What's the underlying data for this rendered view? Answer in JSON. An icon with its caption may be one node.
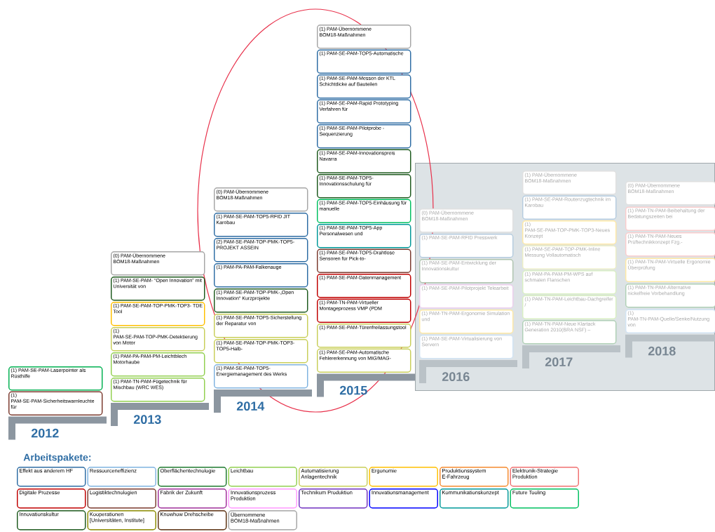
{
  "diagram": {
    "nodes": [
      {
        "text": [
          "(1) PAM-SE-PAM-Laserpointer als Rüsthilfe"
        ]
      },
      {
        "text": [
          "(1) PAM-SE-PAM-Sicherheitswarnleuchte für"
        ]
      },
      {
        "text": [
          "(0) PAM-Übernommene BOM18-Maßnahmen"
        ]
      },
      {
        "text": [
          "(1) PAM-SE-PAM- “Open Innovation” mit Universität von"
        ]
      },
      {
        "text": [
          "(1) PAM-SE-PAM-TOP-PMK-TOP3- TDE Tool"
        ]
      },
      {
        "text": [
          "(1) PAM-SE-PAM-TOP-PMK-Detektierung von Motor"
        ]
      },
      {
        "text": [
          "(1) PAM-PA-PAM-PM-Leichtblech Motorhaube"
        ]
      },
      {
        "text": [
          "(1) PAM-TN-PAM-Fügetechnik für Mischbau (WRC WES)"
        ]
      },
      {
        "text": [
          "(0) PAM-Übernommene BOM18-Maßnahmen"
        ]
      },
      {
        "text": [
          "(1) PAM-SE-PAM-TOP5-RFID JIT Karobau"
        ]
      },
      {
        "text": [
          "(2) PAM-SE-PAM-TOP-PMK-TOP5-PROJEKT ASSEIN"
        ]
      },
      {
        "text": [
          "(1) PAM-PA-PAM-Falkenauge"
        ]
      },
      {
        "text": [
          "(1) PAM-SE-PAM-TOP-PMK-„Open Innovation“ Kurzprojekte"
        ]
      },
      {
        "text": [
          "(1) PAM-SE-PAM-TOP5-Sicherstellung der Reparatur von"
        ]
      },
      {
        "text": [
          "(1) PAM-SE-PAM-TOP-PMK-TOP3-TOP5-Halb-"
        ]
      },
      {
        "text": [
          "(1) PAM-SE-PAM-TOP5-Energiemanagement des Werks"
        ]
      },
      {
        "text": [
          "(1) PAM-Übernommene BOM18-Maßnahmen"
        ]
      },
      {
        "text": [
          "(1) PAM-SE-PAM-TOP5-Automatische"
        ]
      },
      {
        "text": [
          "(1) PAM-SE-PAM-Messen der KTL Schichtdicke auf Bauteilen"
        ]
      },
      {
        "text": [
          "(1) PAM-SE-PAM-Rapid Prototyping Verfahren für"
        ]
      },
      {
        "text": [
          "(1) PAM-SE-PAM-Pilotprobe - Sequenzierung"
        ]
      },
      {
        "text": [
          "(1) PAM-SE-PAM-Innovationspreis Navarra"
        ]
      },
      {
        "text": [
          "(1) PAM-SE-PAM-TOP5-Innovationsschulung für"
        ]
      },
      {
        "text": [
          "(1) PAM-SE-PAM-TOP5-Einhäusung für manuelle"
        ]
      },
      {
        "text": [
          "(1) PAM-SE-PAM-TOP5-App Personalwesen und"
        ]
      },
      {
        "text": [
          "(1) PAM-SE-PAM-TOP5-Drahtlose Sensoren für Pick-to-"
        ]
      },
      {
        "text": [
          "(1) PAM-SE-PAM-Datenmanagement"
        ]
      },
      {
        "text": [
          "(1) PAM-TN-PAM-Virtueller Montageprozess VMP (PDM"
        ]
      },
      {
        "text": [
          "(1) PAM-SE-PAM-Türenfreilassungstool"
        ]
      },
      {
        "text": [
          "(1) PAM-SE-PAM-Automatische Fehlererkennung von MIG/MAG-"
        ]
      },
      {
        "text": [],
        "shape": "box"
      },
      {
        "text": [
          "(0) PAM-Übernommene BOM18-Maßnahmen"
        ],
        "in": 30
      },
      {
        "text": [
          "(1) PAM-SE-PAM-RFID Presswerk"
        ],
        "in": 30
      },
      {
        "text": [
          "(1) PAM-SE-PAM-Entwicklung der Innovationskultur"
        ],
        "in": 30
      },
      {
        "text": [
          "(1) PAM-SE-PAM-Pilotprojekt Telearbeit"
        ],
        "in": 30
      },
      {
        "text": [
          "(1) PAM-TN-PAM-Ergonomie Simulation und"
        ],
        "in": 30
      },
      {
        "text": [
          "(1) PAM-SE-PAM-Virtualisierung von Servern"
        ],
        "in": 30
      },
      {
        "text": [
          "(1) PAM-Übernommene BOM18-Maßnahmen"
        ],
        "in": 30
      },
      {
        "text": [
          "(1) PAM-SE-PAM-Routenzugtechnik im Karobau"
        ],
        "in": 30
      },
      {
        "text": [
          "(1) PAM-SE-PAM-TOP-PMK-TOP3-Neues Konzept"
        ],
        "in": 30
      },
      {
        "text": [
          "(1) PAM-SE-PAM-TOP-PMK-Inline Messung Vollautomatisch"
        ],
        "in": 30
      },
      {
        "text": [
          "(1) PAM-PA-PAM-PM-WPS auf schmalen Flanschen"
        ],
        "in": 30
      },
      {
        "text": [
          "(1) PAM-TN-PAM-Leichtbau-Dachgreifer /"
        ],
        "in": 30
      },
      {
        "text": [
          "(1) PAM-TN-PAM-Neue Klartack Generation 2010(BRA NSF) –"
        ],
        "in": 30
      },
      {
        "text": [
          "(0) PAM-Übernommene BOM18-Maßnahmen"
        ],
        "in": 30
      },
      {
        "text": [
          "(1) PAM-TN-PAM-Beibehaltung der Bedatungszeiten bei"
        ],
        "in": 30
      },
      {
        "text": [
          "(1) PAM-TN-PAM-Neues Prüftechnikkonzept Fzg.-"
        ],
        "in": 30
      },
      {
        "text": [
          "(1) PAM-TN-PAM-Virtuelle Ergonomie Überprüfung"
        ],
        "in": 30
      },
      {
        "text": [
          "(1) PAM-TN-PAM-Alternative nickelfreie Vorbehandlung"
        ],
        "in": 30
      },
      {
        "text": [
          "(1) PAM-TN-PAM-Quelle/Senke/Nutzung von"
        ],
        "in": 30
      }
    ],
    "labels": [
      "2012",
      "2013",
      "2014",
      "2015",
      "2016",
      "2017",
      "2018",
      "Arbeitspakete:"
    ],
    "legend": [
      {
        "text": "Effekt aus anderem HF",
        "color": "#2e6da4"
      },
      {
        "text": "Ressourceneffizienz",
        "color": "#7fb3e0"
      },
      {
        "text": "Oberflächentechnologie",
        "color": "#1e7a2e"
      },
      {
        "text": "Leichtbau",
        "color": "#92d050"
      },
      {
        "text": "Automatisierung Anlagentechnik",
        "color": "#c9cf5a"
      },
      {
        "text": "Ergonomie",
        "color": "#ffc000"
      },
      {
        "text": "Produktionssystem E-Fahrzeug",
        "color": "#f58a2e"
      },
      {
        "text": "Elektronik-Strategie Produktion",
        "color": "#f07070"
      },
      {
        "text": "Digitale Prozesse",
        "color": "#c00000"
      },
      {
        "text": "Logistiktechnologien",
        "color": "#7b3a2e"
      },
      {
        "text": "Fabrik der Zukunft",
        "color": "#a0309a"
      },
      {
        "text": "Innovationsprozess Produktion",
        "color": "#ff99ff"
      },
      {
        "text": "Technikum Produktion",
        "color": "#7030c0"
      },
      {
        "text": "Innovationsmanagement",
        "color": "#0000ff"
      },
      {
        "text": "Kommunikationskonzept",
        "color": "#009999"
      },
      {
        "text": "Future Tooling",
        "color": "#00c060"
      },
      {
        "text": "Innovationskultur",
        "color": "#1e5a1e"
      },
      {
        "text": "Kooperationen [Universitäten, Institute]",
        "color": "#8a8a00"
      },
      {
        "text": "Knowhow Drehscheibe",
        "color": "#5a3010"
      },
      {
        "text": "Übernommene BOM18-Maßnahmen",
        "color": "#a6a6a6"
      }
    ]
  }
}
